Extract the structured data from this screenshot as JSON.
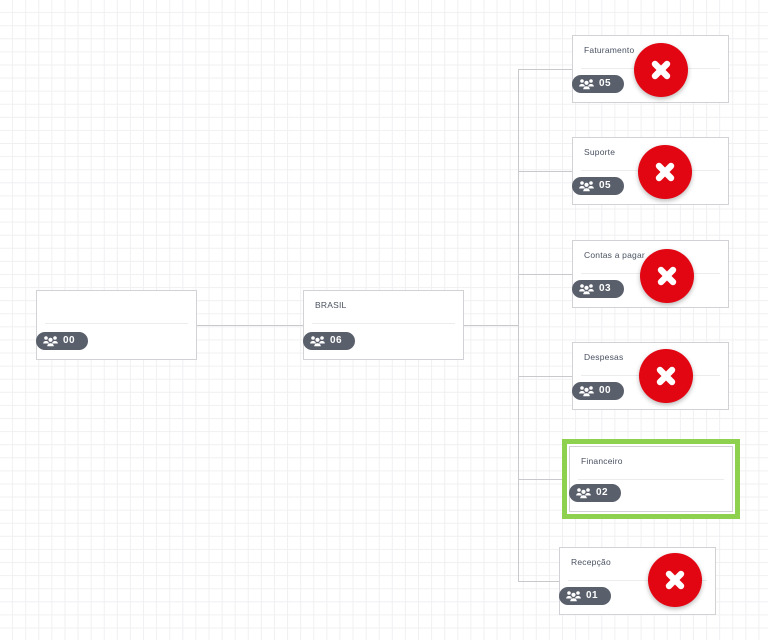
{
  "canvas": {
    "background": "#ffffff",
    "grid_color": "#f0f0f2",
    "connector_color": "#c9c9cd"
  },
  "colors": {
    "selection_green": "#8ed14f",
    "delete_red": "#e20613",
    "badge_gray": "#595f6b",
    "title_text": "#4a5161",
    "card_border": "#d2d2d6"
  },
  "icons": {
    "people": "people-group-icon",
    "delete": "red-x-delete-icon"
  },
  "chart_data": {
    "type": "diagram",
    "layout": "orgchart-horizontal",
    "title": "",
    "nodes": [
      {
        "id": "root",
        "label": "",
        "count": "00",
        "level": 0,
        "selected": false,
        "has_delete": false
      },
      {
        "id": "brasil",
        "label": "BRASIL",
        "count": "06",
        "level": 1,
        "selected": false,
        "has_delete": false
      },
      {
        "id": "faturamento",
        "label": "Faturamento",
        "count": "05",
        "level": 2,
        "selected": false,
        "has_delete": true
      },
      {
        "id": "suporte",
        "label": "Suporte",
        "count": "05",
        "level": 2,
        "selected": false,
        "has_delete": true
      },
      {
        "id": "contas-pagar",
        "label": "Contas a pagar",
        "count": "03",
        "level": 2,
        "selected": false,
        "has_delete": true
      },
      {
        "id": "despesas",
        "label": "Despesas",
        "count": "00",
        "level": 2,
        "selected": false,
        "has_delete": true
      },
      {
        "id": "financeiro",
        "label": "Financeiro",
        "count": "02",
        "level": 2,
        "selected": true,
        "has_delete": false
      },
      {
        "id": "recepcao",
        "label": "Recepção",
        "count": "01",
        "level": 2,
        "selected": false,
        "has_delete": true
      }
    ],
    "edges": [
      {
        "from": "root",
        "to": "brasil"
      },
      {
        "from": "brasil",
        "to": "faturamento"
      },
      {
        "from": "brasil",
        "to": "suporte"
      },
      {
        "from": "brasil",
        "to": "contas-pagar"
      },
      {
        "from": "brasil",
        "to": "despesas"
      },
      {
        "from": "brasil",
        "to": "financeiro"
      },
      {
        "from": "brasil",
        "to": "recepcao"
      }
    ]
  }
}
